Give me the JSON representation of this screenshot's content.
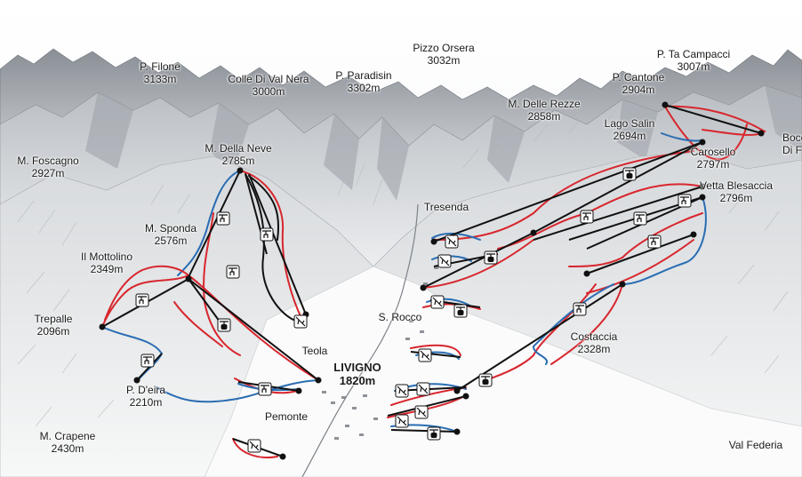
{
  "map": {
    "title": "",
    "colors": {
      "easy_slope": "#2a6db3",
      "medium_slope": "#d8262d",
      "difficult_slope": "#111111",
      "lift": "#111111"
    },
    "peaks": [
      {
        "name": "P. Filone",
        "alt": "3133m"
      },
      {
        "name": "Colle Di Val Nera",
        "alt": "3000m"
      },
      {
        "name": "P. Paradisin",
        "alt": "3302m"
      },
      {
        "name": "Pizzo Orsera",
        "alt": "3032m"
      },
      {
        "name": "P. Ta Campacci",
        "alt": "3007m"
      },
      {
        "name": "P. Cantone",
        "alt": "2904m"
      },
      {
        "name": "M. Delle Rezze",
        "alt": "2858m"
      },
      {
        "name": "Lago Salin",
        "alt": "2694m"
      },
      {
        "name": "Bocch",
        "alt": "Di F"
      },
      {
        "name": "Carosello",
        "alt": "2797m"
      },
      {
        "name": "Vetta Blesaccia",
        "alt": "2796m"
      },
      {
        "name": "M. Foscagno",
        "alt": "2927m"
      },
      {
        "name": "M. Della Neve",
        "alt": "2785m"
      },
      {
        "name": "M. Sponda",
        "alt": "2576m"
      },
      {
        "name": "Il Mottolino",
        "alt": "2349m"
      },
      {
        "name": "Trepalle",
        "alt": "2096m"
      },
      {
        "name": "P. D'eira",
        "alt": "2210m"
      },
      {
        "name": "M. Crapene",
        "alt": "2430m"
      },
      {
        "name": "Costaccia",
        "alt": "2328m"
      }
    ],
    "places": {
      "tresenda": "Tresenda",
      "s_rocco": "S. Rocco",
      "teola": "Teola",
      "pemonte": "Pemonte",
      "val_federia": "Val Federia"
    },
    "town": {
      "name": "LIVIGNO",
      "alt": "1820m"
    },
    "lift_icons": [
      {
        "kind": "chairlift-icon"
      },
      {
        "kind": "chairlift-icon"
      },
      {
        "kind": "chairlift-icon"
      },
      {
        "kind": "gondola-icon"
      },
      {
        "kind": "chairlift-icon"
      },
      {
        "kind": "chairlift-icon"
      },
      {
        "kind": "gondola-icon"
      },
      {
        "kind": "chairlift-icon"
      },
      {
        "kind": "skilift-icon"
      },
      {
        "kind": "skilift-icon"
      },
      {
        "kind": "gondola-icon"
      },
      {
        "kind": "chairlift-icon"
      },
      {
        "kind": "chairlift-icon"
      },
      {
        "kind": "chairlift-icon"
      },
      {
        "kind": "chairlift-icon"
      },
      {
        "kind": "gondola-icon"
      },
      {
        "kind": "chairlift-icon"
      },
      {
        "kind": "skilift-icon"
      },
      {
        "kind": "skilift-icon"
      },
      {
        "kind": "skilift-icon"
      },
      {
        "kind": "gondola-icon"
      },
      {
        "kind": "skilift-icon"
      },
      {
        "kind": "skilift-icon"
      },
      {
        "kind": "skilift-icon"
      },
      {
        "kind": "skilift-icon"
      },
      {
        "kind": "gondola-icon"
      },
      {
        "kind": "skilift-icon"
      }
    ]
  }
}
